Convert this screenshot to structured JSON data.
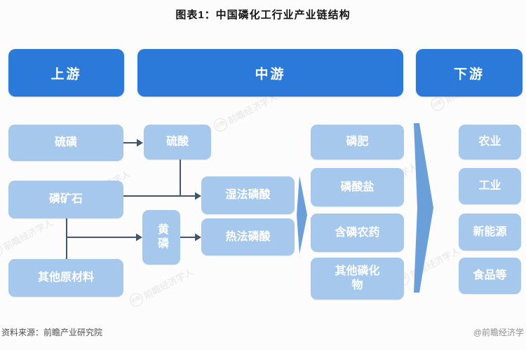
{
  "title": "图表1：中国磷化工行业产业链结构",
  "headers": {
    "upstream": "上游",
    "midstream": "中游",
    "downstream": "下游"
  },
  "upstream": {
    "sulfur": "硫磺",
    "phosphate_rock": "磷矿石",
    "other_raw": "其他原材料"
  },
  "midstream": {
    "sulfuric_acid": "硫酸",
    "yellow_phosphorus": "黄磷",
    "wet_acid": "湿法磷酸",
    "thermal_acid": "热法磷酸",
    "products": [
      "磷肥",
      "磷酸盐",
      "含磷农药",
      "其他磷化物"
    ]
  },
  "downstream": {
    "sectors": [
      "农业",
      "工业",
      "新能源",
      "食品等"
    ]
  },
  "footer": {
    "source": "资料来源：前瞻产业研究院",
    "credit": "@前瞻经济学"
  },
  "watermark": {
    "text": "前瞻经济学人",
    "logo": "前瞻"
  },
  "colors": {
    "header_blue": "#2b79d8",
    "box_blue": "#a6c8ec",
    "chevron_blue": "#6b9fd9",
    "connector": "#44546a"
  }
}
